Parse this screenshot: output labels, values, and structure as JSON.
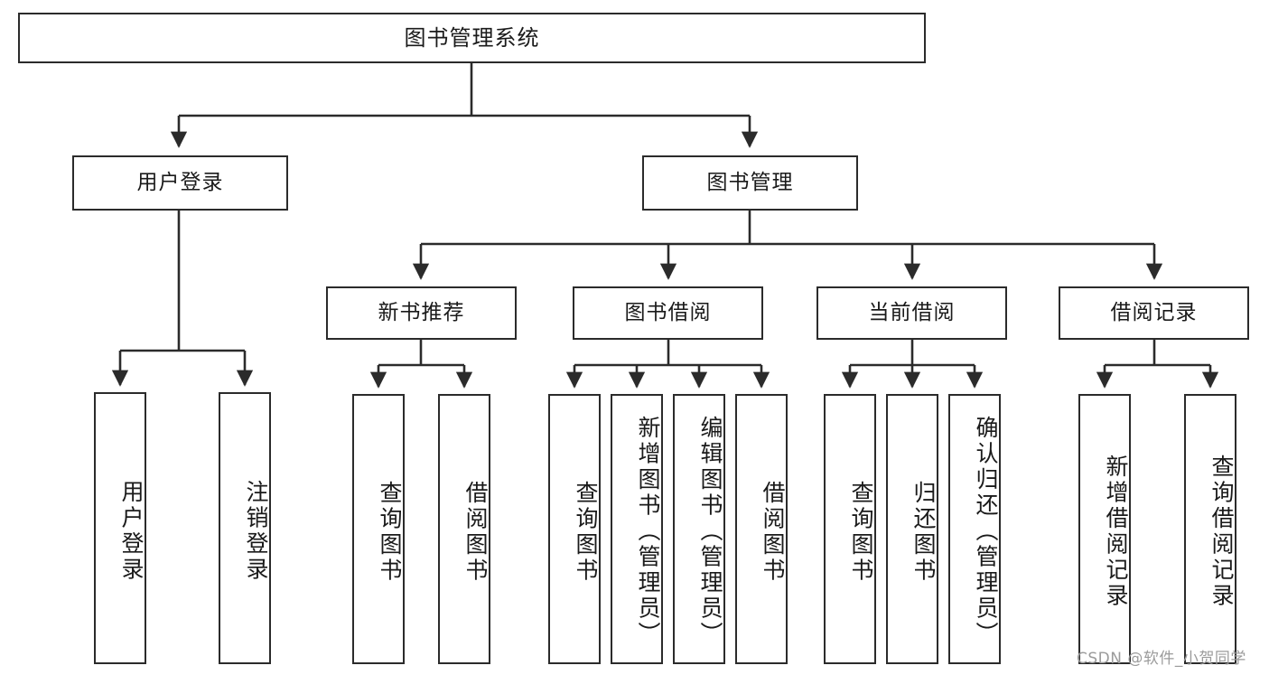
{
  "diagram": {
    "title": "图书管理系统",
    "type": "function-structure-tree",
    "root": {
      "label": "图书管理系统"
    },
    "level1": [
      {
        "label": "用户登录"
      },
      {
        "label": "图书管理"
      }
    ],
    "level2": [
      {
        "label": "新书推荐"
      },
      {
        "label": "图书借阅"
      },
      {
        "label": "当前借阅"
      },
      {
        "label": "借阅记录"
      }
    ],
    "leaves": {
      "user_login": [
        {
          "label": "用户登录"
        },
        {
          "label": "注销登录"
        }
      ],
      "new_book_recommend": [
        {
          "label": "查询图书"
        },
        {
          "label": "借阅图书"
        }
      ],
      "book_borrow": [
        {
          "label": "查询图书"
        },
        {
          "label": "新增图书（管理员）"
        },
        {
          "label": "编辑图书（管理员）"
        },
        {
          "label": "借阅图书"
        }
      ],
      "current_borrow": [
        {
          "label": "查询图书"
        },
        {
          "label": "归还图书"
        },
        {
          "label": "确认归还（管理员）"
        }
      ],
      "borrow_record": [
        {
          "label": "新增借阅记录"
        },
        {
          "label": "查询借阅记录"
        }
      ]
    }
  },
  "watermark": {
    "text": "CSDN @软件_小贺同学"
  },
  "colors": {
    "stroke": "#2b2b2b",
    "fill": "#ffffff",
    "text": "#1a1a1a",
    "watermark": "#9b9b9b"
  }
}
